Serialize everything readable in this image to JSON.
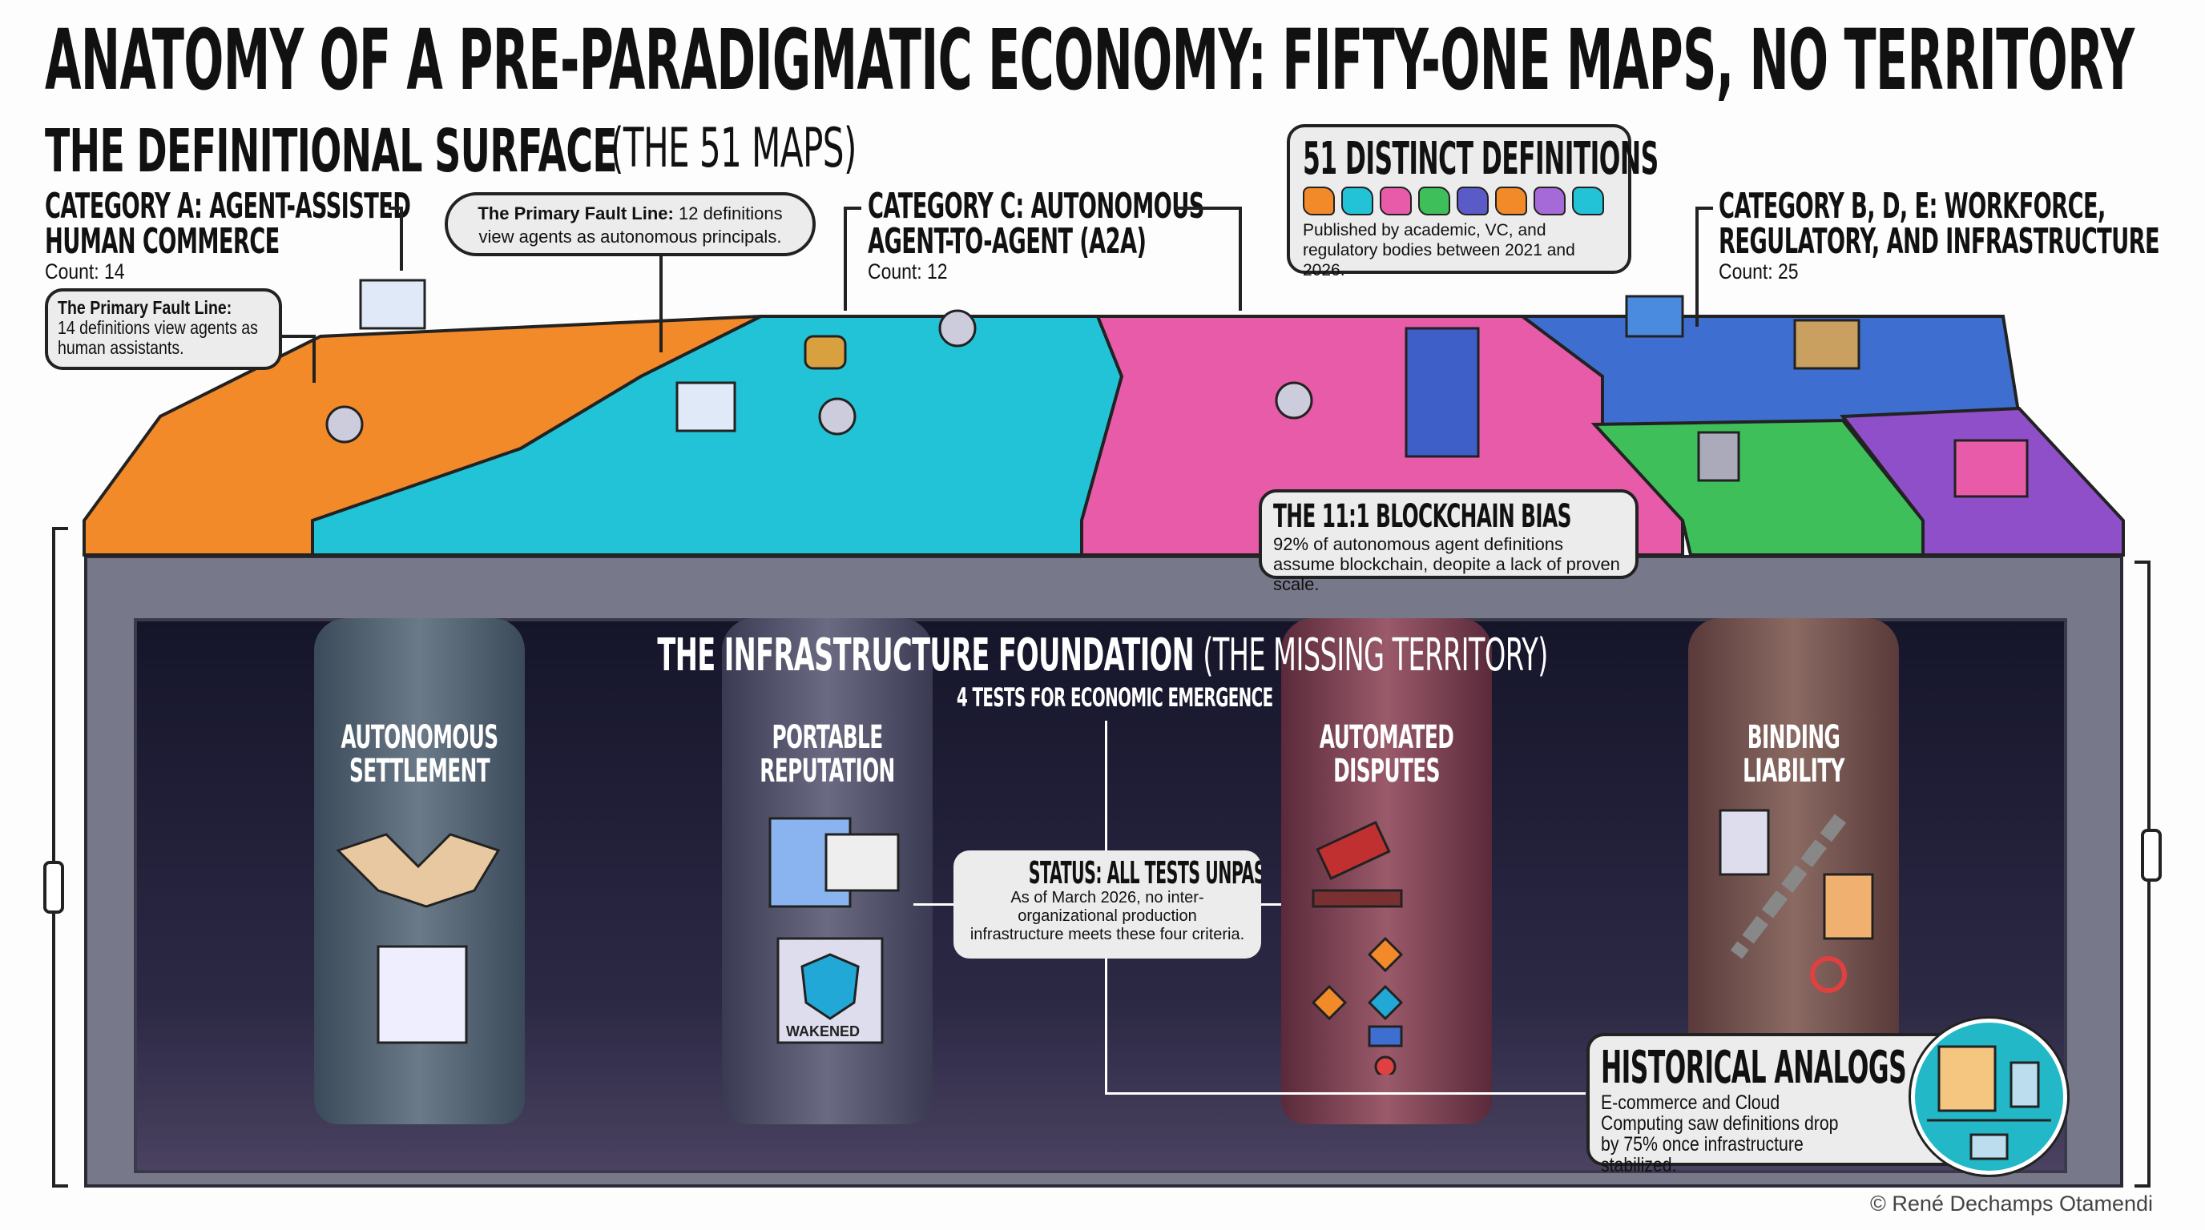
{
  "title": "ANATOMY OF A PRE-PARADIGMATIC ECONOMY: FIFTY-ONE MAPS, NO TERRITORY",
  "surface": {
    "heading": "THE DEFINITIONAL SURFACE",
    "subheading": "(THE 51 MAPS)"
  },
  "categories": [
    {
      "title_1": "CATEGORY A: AGENT-ASSISTED",
      "title_2": "HUMAN COMMERCE",
      "count": "Count: 14",
      "color": "#f28a2a"
    },
    {
      "title_1": "CATEGORY C: AUTONOMOUS",
      "title_2": "AGENT-TO-AGENT (A2A)",
      "count": "Count: 12",
      "color": "#22c3d6"
    },
    {
      "title_1": "CATEGORY B, D, E: WORKFORCE,",
      "title_2": "REGULATORY, AND INFRASTRUCTURE",
      "count": "Count: 25",
      "color": "#3e6fd0"
    }
  ],
  "fault_a": {
    "bold": "The Primary Fault Line:",
    "text": "14 definitions view agents as human assistants."
  },
  "fault_c": {
    "bold": "The Primary Fault Line:",
    "text": "12 definitions view agents as autonomous principals."
  },
  "definitions_box": {
    "title": "51 DISTINCT DEFINITIONS",
    "text": "Published by academic, VC, and regulatory bodies between 2021 and 2026.",
    "map_colors": [
      "#f28a2a",
      "#22c3d6",
      "#e85ba8",
      "#3fbf5a",
      "#5b5bc8",
      "#f28a2a",
      "#a66ad8",
      "#22c3d6"
    ]
  },
  "blockchain": {
    "title": "THE 11:1 BLOCKCHAIN BIAS",
    "text": "92% of autonomous agent definitions assume blockchain, deopite a lack of proven scale."
  },
  "foundation": {
    "heading": "THE INFRASTRUCTURE FOUNDATION",
    "subheading": "(THE MISSING TERRITORY)",
    "tests_label": "4 TESTS FOR ECONOMIC EMERGENCE"
  },
  "pillars": [
    {
      "line_1": "AUTONOMOUS",
      "line_2": "SETTLEMENT"
    },
    {
      "line_1": "PORTABLE",
      "line_2": "REPUTATION",
      "stamp": "WAKENED"
    },
    {
      "line_1": "AUTOMATED",
      "line_2": "DISPUTES"
    },
    {
      "line_1": "BINDING",
      "line_2": "LIABILITY"
    }
  ],
  "status": {
    "title": "STATUS: ALL TESTS UNPASSED",
    "text": "As of March 2026, no inter-organizational production infrastructure meets these four criteria."
  },
  "historical": {
    "title": "HISTORICAL ANALOGS",
    "text": "E-commerce and Cloud Computing saw definitions drop by 75% once infrastructure stabilized."
  },
  "copyright": "© René Dechamps Otamendi",
  "colors": {
    "orange": "#f28a2a",
    "cyan": "#22c3d6",
    "pink": "#e85ba8",
    "blue": "#3e6fd0",
    "green": "#3fbf5a",
    "purple": "#8e4fc8",
    "underground": "#1d1d33",
    "frame": "#77788a"
  }
}
